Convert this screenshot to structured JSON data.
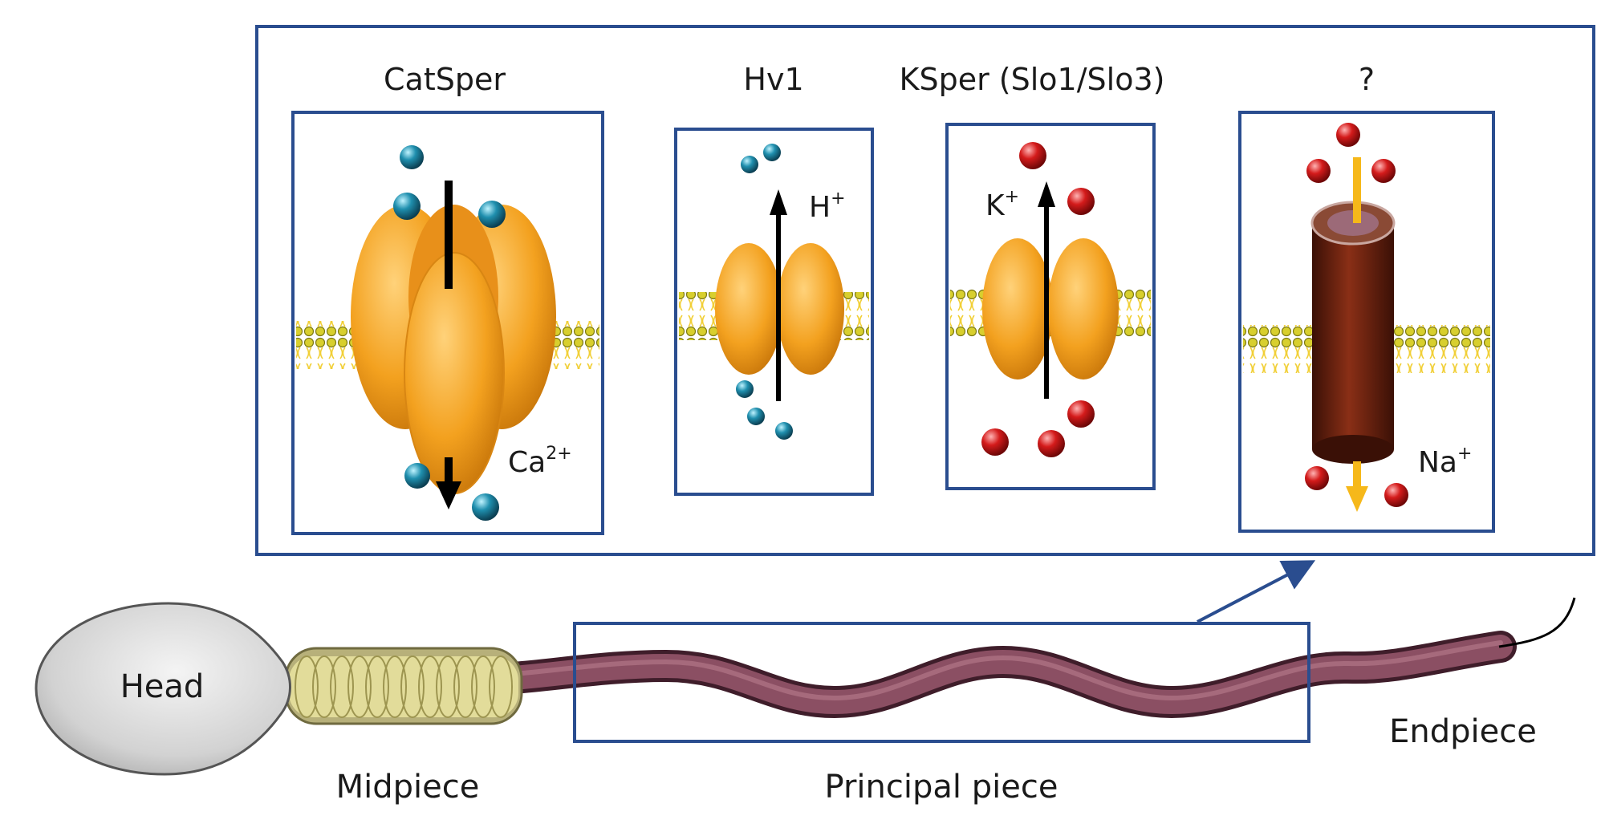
{
  "channels": [
    {
      "name": "CatSper",
      "ion": "Ca",
      "ion_sup": "2+",
      "direction": "inward",
      "ion_color": "#1f8fae",
      "protein_color": "#f3a11f"
    },
    {
      "name": "Hv1",
      "ion": "H",
      "ion_sup": "+",
      "direction": "outward",
      "ion_color": "#1f8fae",
      "protein_color": "#f3a11f"
    },
    {
      "name": "KSper (Slo1/Slo3)",
      "ion": "K",
      "ion_sup": "+",
      "direction": "outward",
      "ion_color": "#d41b1b",
      "protein_color": "#f3a11f"
    },
    {
      "name": "?",
      "ion": "Na",
      "ion_sup": "+",
      "direction": "inward",
      "ion_color": "#d41b1b",
      "protein_color": "#7a2a14"
    }
  ],
  "sperm": {
    "head": "Head",
    "midpiece": "Midpiece",
    "principal_piece": "Principal piece",
    "endpiece": "Endpiece"
  },
  "colors": {
    "frame": "#2a4d8f",
    "membrane": "#e8d42a",
    "flagellum": "#7d4457",
    "midpiece": "#e2dc9a"
  }
}
